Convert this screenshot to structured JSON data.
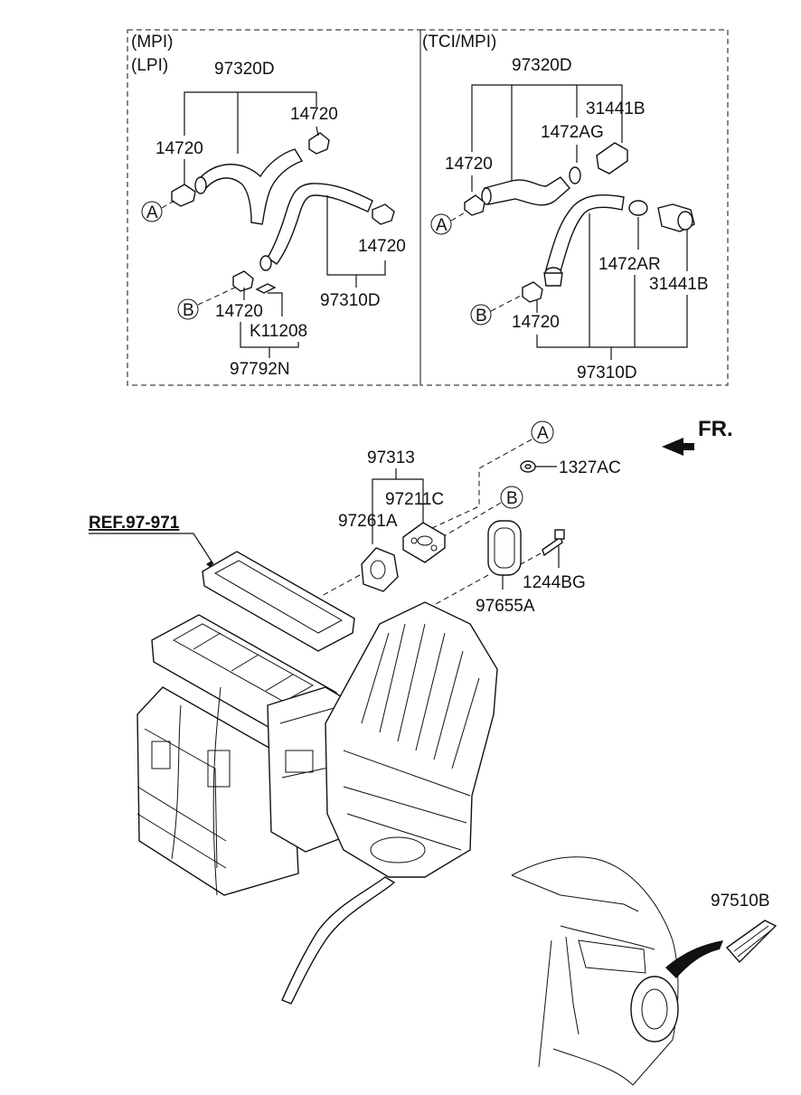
{
  "panels": {
    "left": {
      "engine_1": "(MPI)",
      "engine_2": "(LPI)",
      "hose_upper": "97320D",
      "clamp_a": "14720",
      "clamp_b": "14720",
      "clamp_c": "14720",
      "clamp_d": "14720",
      "hose_lower": "97310D",
      "clip": "K11208",
      "kit": "97792N",
      "ref_a": "A",
      "ref_b": "B"
    },
    "right": {
      "engine": "(TCI/MPI)",
      "hose_upper": "97320D",
      "valve_upper": "31441B",
      "clamp_ag": "1472AG",
      "clamp_a": "14720",
      "clamp_ar": "1472AR",
      "valve_lower": "31441B",
      "clamp_b": "14720",
      "hose_lower": "97310D",
      "ref_a": "A",
      "ref_b": "B"
    }
  },
  "main": {
    "ref": "REF.97-971",
    "front": "FR.",
    "gasket_assy": "97313",
    "gasket_c": "97211C",
    "gasket_a": "97261A",
    "nut": "1327AC",
    "bolt": "1244BG",
    "seal": "97655A",
    "grille": "97510B",
    "ref_a": "A",
    "ref_b": "B"
  }
}
